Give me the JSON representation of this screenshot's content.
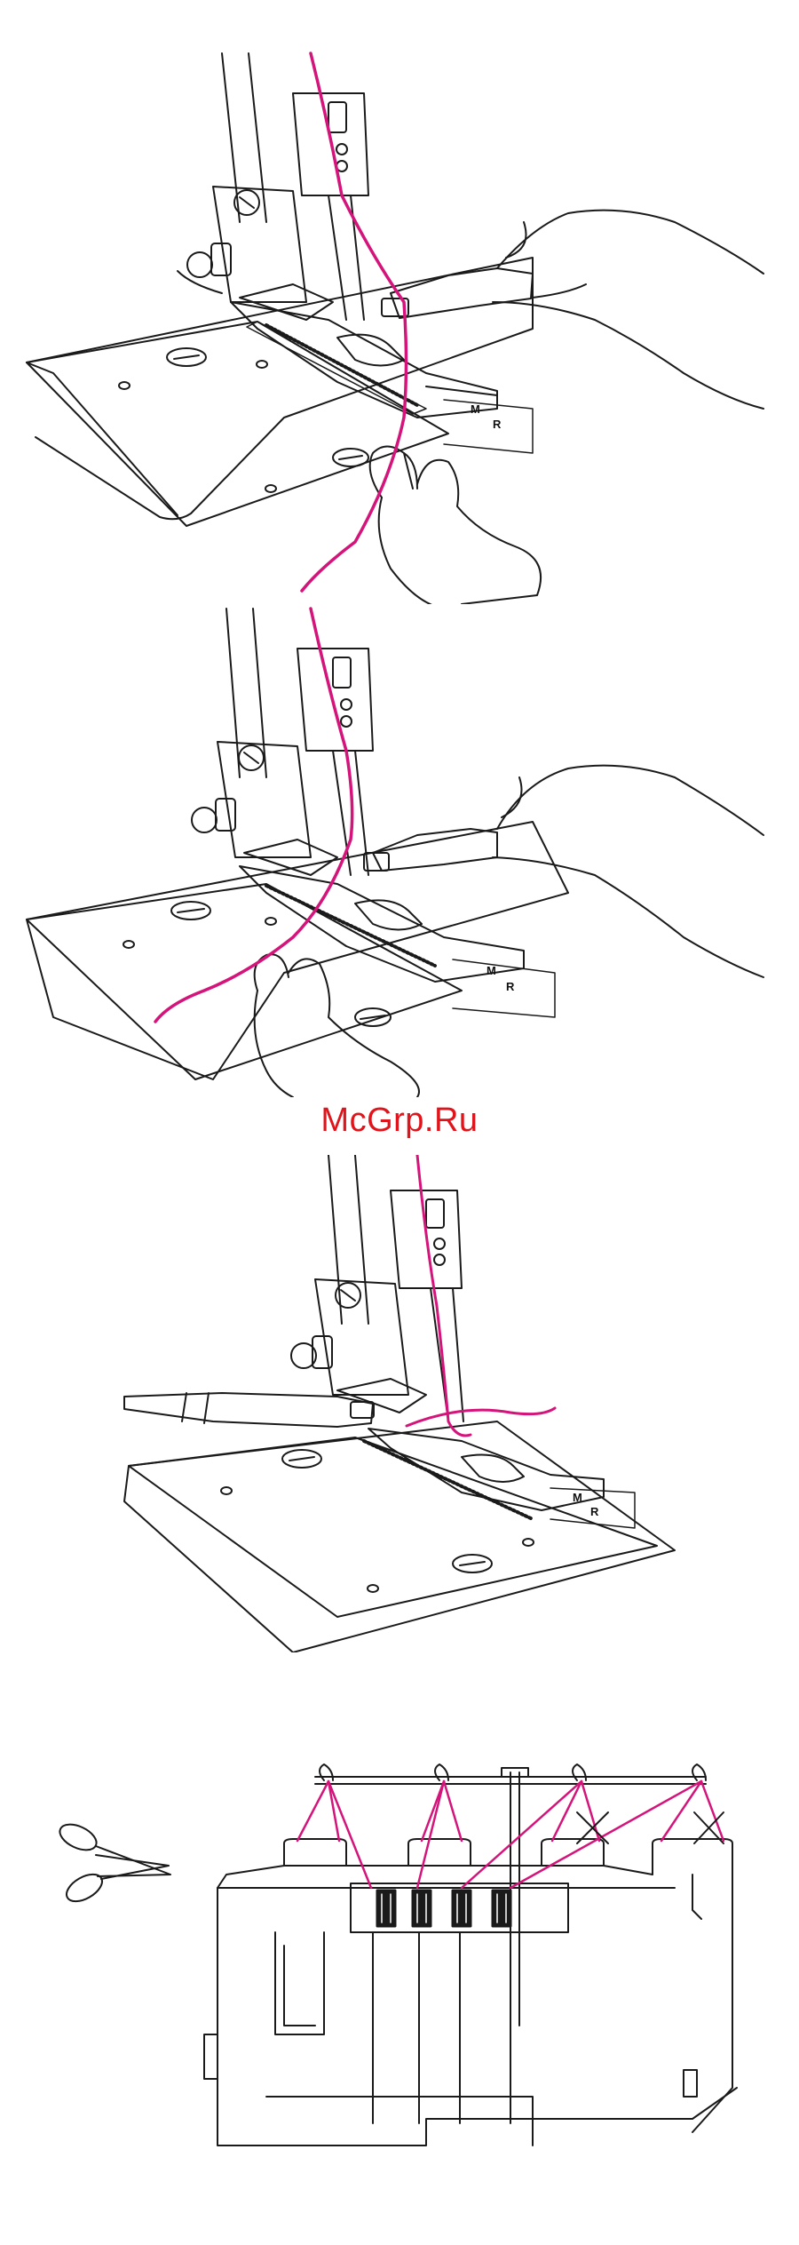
{
  "watermark": {
    "text": "McGrp.Ru",
    "color": "#e0141b"
  },
  "colors": {
    "thread": "#d4147a",
    "line": "#1a1a1a",
    "background": "#ffffff"
  },
  "marks": {
    "m_label": "M",
    "r_label": "R"
  },
  "icons": [
    "scissors-icon",
    "cross-mark-icon"
  ]
}
